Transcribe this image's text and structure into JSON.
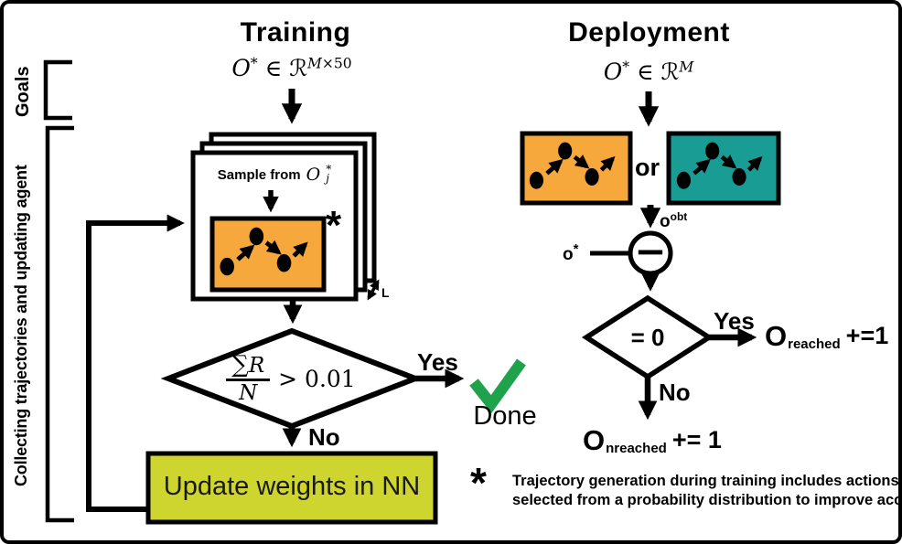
{
  "colors": {
    "orange": "#F7A83C",
    "teal": "#189C94",
    "yellow_green": "#CFD52F",
    "check_green": "#1FA24C",
    "line_black": "#000000"
  },
  "side": {
    "goals": "Goals",
    "collecting": "Collecting trajectories and updating agent"
  },
  "training": {
    "title": "Training",
    "goal": {
      "var": "O",
      "sup": "*",
      "in": "∈",
      "set": "ℛ",
      "dim_var": "M",
      "dim_rest": "×50"
    },
    "stack": {
      "sample_prefix": "Sample from",
      "sample_var": "O",
      "sample_sup": "*",
      "sample_sub": "j",
      "note_star": "*",
      "layers": "L"
    },
    "decision": {
      "sum": "∑",
      "num_var": "R",
      "den": "N",
      "cmp": "> 0.01"
    },
    "yes": "Yes",
    "no": "No",
    "done": "Done",
    "update_box": "Update weights in NN"
  },
  "deployment": {
    "title": "Deployment",
    "goal": {
      "var": "O",
      "sup": "*",
      "in": "∈",
      "set": "ℛ",
      "dim_var": "M",
      "dim_rest": ""
    },
    "or": "or",
    "obtained": {
      "base": "o",
      "sup": "obt"
    },
    "target": {
      "base": "o",
      "sup": "*"
    },
    "minus": "−",
    "decision": "= 0",
    "yes": "Yes",
    "no": "No",
    "reached": {
      "base": "O",
      "sub": "reached",
      "op": "+=1"
    },
    "not_reached": {
      "base": "O",
      "sub": "nreached",
      "op": "+= 1"
    }
  },
  "footnote": {
    "star": "*",
    "line1": "Trajectory generation during training includes actions",
    "line2": "selected from a probability distribution to improve accuracy"
  }
}
